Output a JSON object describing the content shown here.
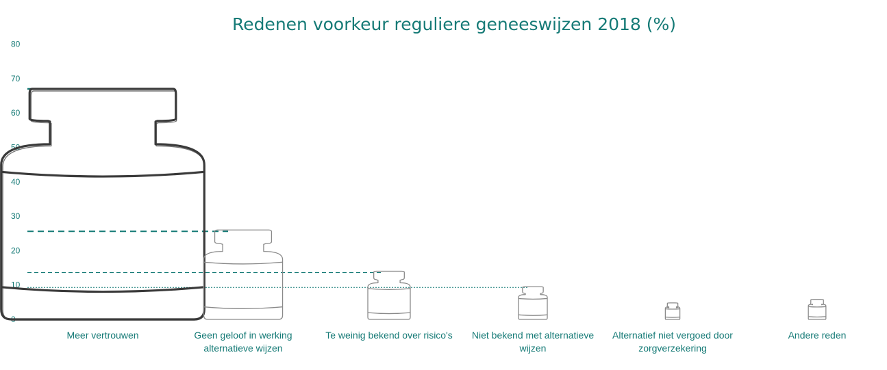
{
  "chart_data": {
    "type": "bar",
    "title": "Redenen voorkeur reguliere geneeswijzen 2018 (%)",
    "xlabel": "",
    "ylabel": "",
    "ylim": [
      0,
      80
    ],
    "yticks": [
      0,
      10,
      20,
      30,
      40,
      50,
      60,
      70,
      80
    ],
    "categories": [
      [
        "Meer vertrouwen"
      ],
      [
        "Geen geloof in werking",
        "alternatieve wijzen"
      ],
      [
        "Te weinig bekend over risico's"
      ],
      [
        "Niet bekend met alternatieve",
        "wijzen"
      ],
      [
        "Alternatief niet vergoed door",
        "zorgverzekering"
      ],
      [
        "Andere reden"
      ]
    ],
    "values": [
      67,
      26,
      14,
      9.5,
      4.8,
      5.8
    ],
    "reference_lines": [
      67,
      25.6,
      13.6,
      9.3
    ],
    "grid": false,
    "colors": {
      "text": "#157a76",
      "bottle_dark": "#3a3a3a",
      "bottle_light": "#8a8a8a"
    }
  }
}
